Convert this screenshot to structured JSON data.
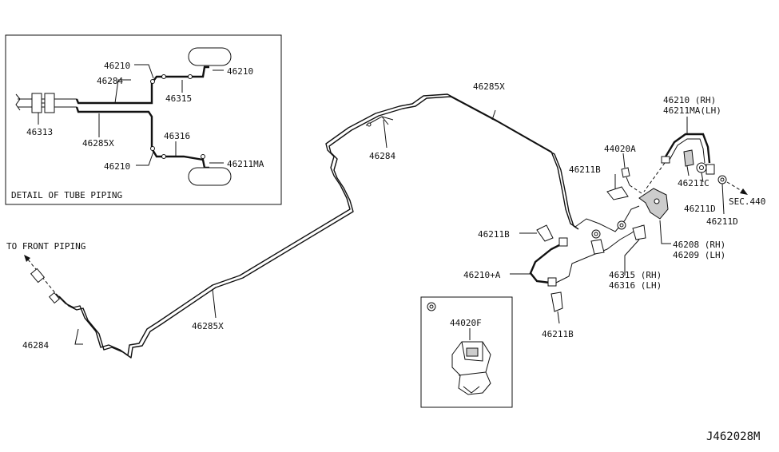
{
  "detail_box": {
    "caption": "DETAIL OF TUBE PIPING",
    "labels": {
      "p46210_top": "46210",
      "p46284": "46284",
      "p46210_right": "46210",
      "p46315": "46315",
      "p46313": "46313",
      "p46285x": "46285X",
      "p46316": "46316",
      "p46210_bottom": "46210",
      "p46211ma": "46211MA"
    }
  },
  "main": {
    "to_front_piping": "TO FRONT PIPING",
    "p46284_left": "46284",
    "p46285x_bottom": "46285X",
    "p46285x_top": "46285X",
    "p46284_mid": "46284",
    "p46211b_a": "46211B",
    "p46211b_b": "46211B",
    "p46211b_c": "46211B",
    "p46210a": "46210+A",
    "p44020a": "44020A",
    "p46210rh": "46210 (RH)",
    "p46211malh": "46211MA(LH)",
    "p46211c": "46211C",
    "p46211d_a": "46211D",
    "p46211d_b": "46211D",
    "sec440": "SEC.440",
    "p46208rh": "46208 (RH)",
    "p46209lh": "46209 (LH)",
    "p46315rh": "46315 (RH)",
    "p46316lh": "46316 (LH)"
  },
  "inset": {
    "label": "44020F"
  },
  "diagram_code": "J462028M"
}
